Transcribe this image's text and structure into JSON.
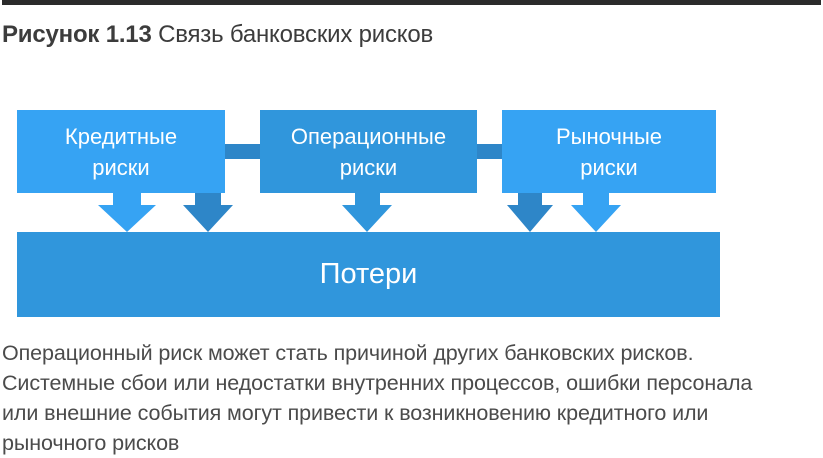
{
  "colors": {
    "light_blue": "#36A3F3",
    "medium_blue": "#3096DC",
    "dark_blue": "#2E86C8",
    "top_bar": "#2B2B2B",
    "title_text": "#3C3C3C",
    "body_text": "#4B4B4B",
    "box_text": "#FFFFFF"
  },
  "figure": {
    "label": "Рисунок 1.13",
    "caption": "Связь банковских рисков"
  },
  "diagram": {
    "boxes": [
      {
        "id": "credit-risks",
        "lines": [
          "Кредитные",
          "риски"
        ]
      },
      {
        "id": "operational-risks",
        "lines": [
          "Операционные",
          "риски"
        ]
      },
      {
        "id": "market-risks",
        "lines": [
          "Рыночные",
          "риски"
        ]
      }
    ],
    "result_box": {
      "label": "Потери"
    },
    "arrow_icon": "down-arrow"
  },
  "paragraph": {
    "lines": [
      "Операционный риск может стать причиной других банковских рисков.",
      "Системные сбои или недостатки внутренних процессов, ошибки персонала",
      "или внешние события могут привести к возникновению кредитного или",
      "рыночного рисков"
    ]
  }
}
